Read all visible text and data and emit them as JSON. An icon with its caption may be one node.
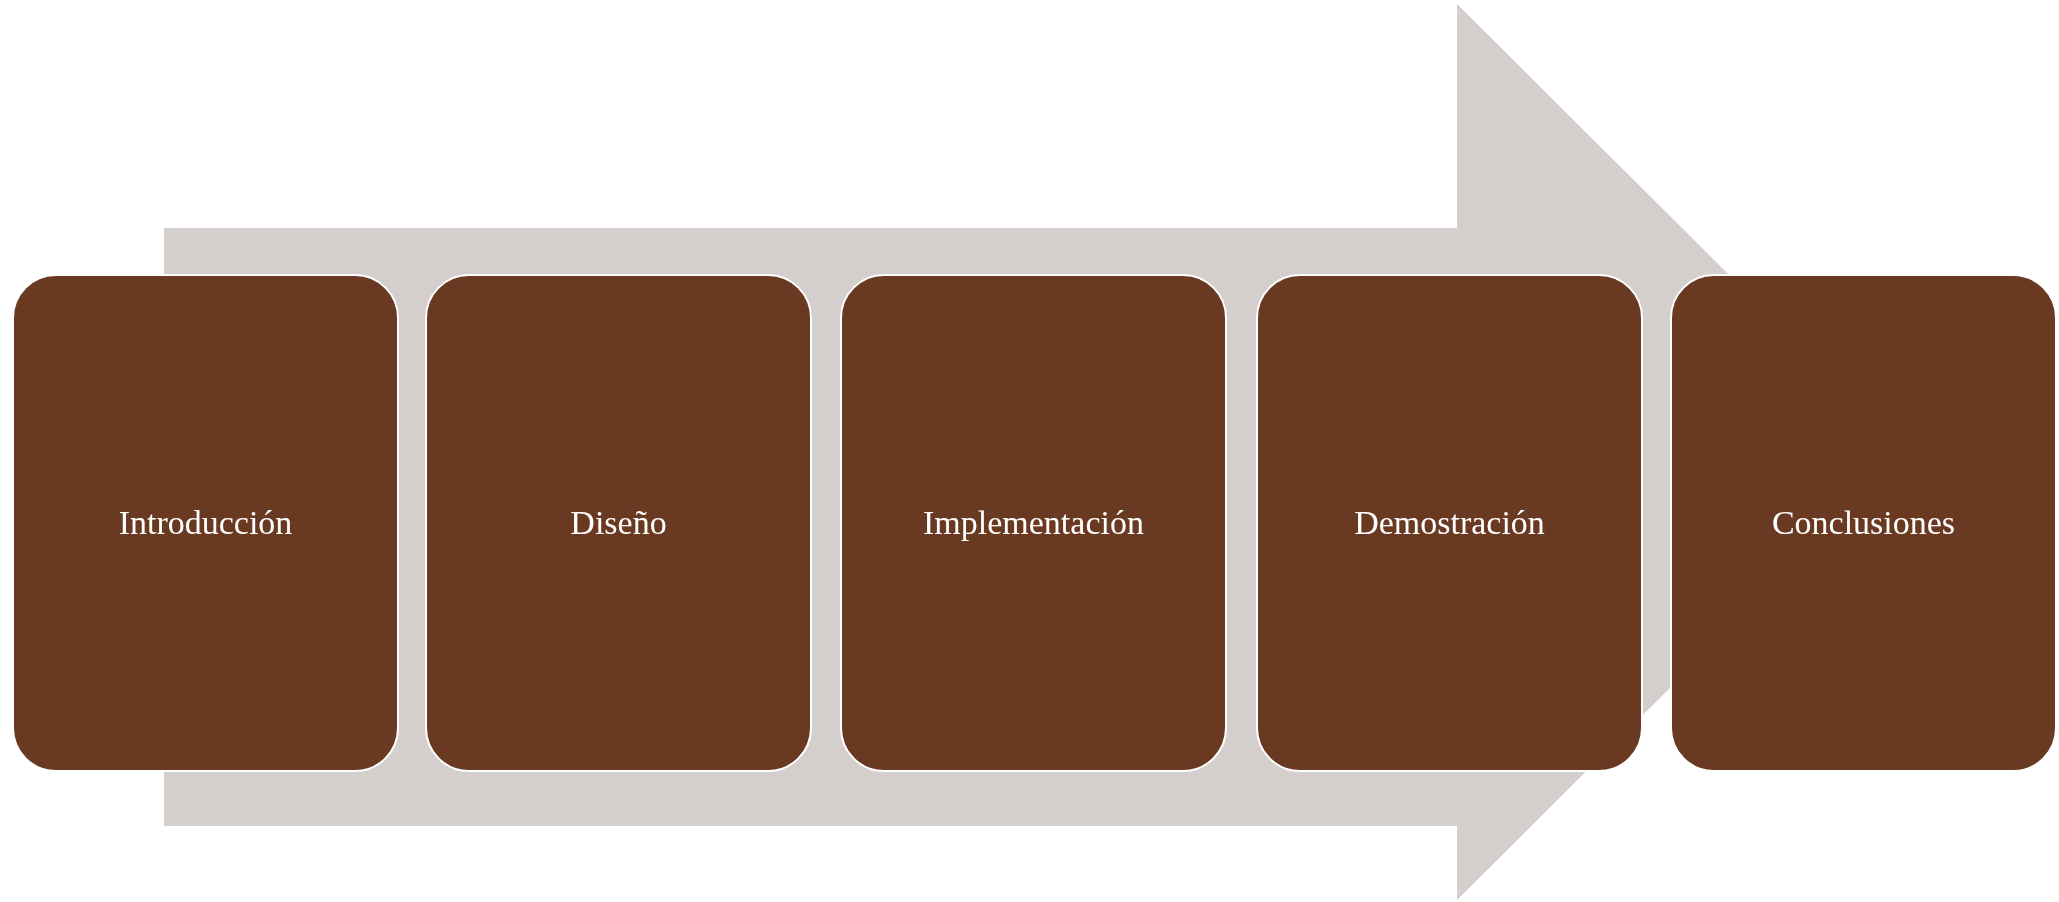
{
  "diagram": {
    "nodes": [
      {
        "text": [
          "Introducción"
        ]
      },
      {
        "text": [
          "Diseño"
        ]
      },
      {
        "text": [
          "Implementación"
        ]
      },
      {
        "text": [
          "Demostración"
        ]
      },
      {
        "text": [
          "Conclusiones"
        ]
      }
    ],
    "edges": [
      {
        "from": 0,
        "to": 4,
        "arrow": "to"
      }
    ]
  }
}
